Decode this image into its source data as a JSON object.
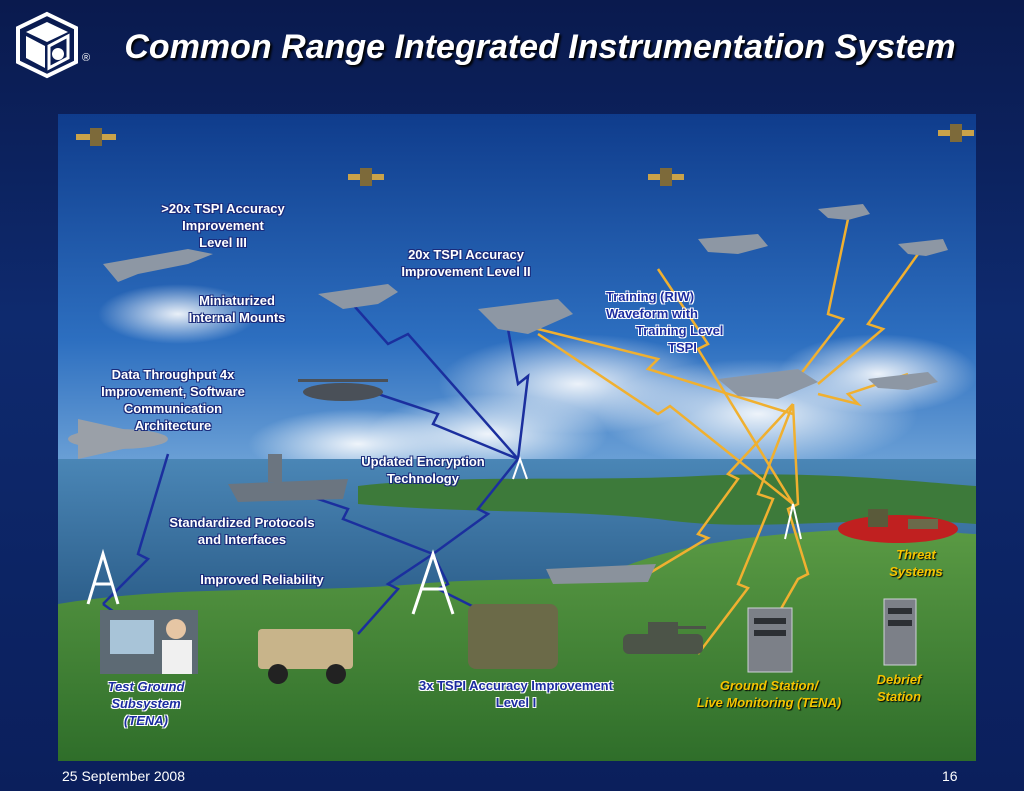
{
  "slide": {
    "title": "Common Range Integrated Instrumentation System",
    "footer_date": "25 September 2008",
    "page_number": "16",
    "registered_mark": "®"
  },
  "labels": {
    "tspi_l3": [
      ">20x TSPI Accuracy",
      "Improvement",
      "Level III"
    ],
    "tspi_l2": [
      "20x TSPI Accuracy",
      "Improvement Level II"
    ],
    "mounts": [
      "Miniaturized",
      "Internal Mounts"
    ],
    "throughput": [
      "Data Throughput 4x",
      "Improvement, Software",
      "Communication",
      "Architecture"
    ],
    "encryption": [
      "Updated Encryption",
      "Technology"
    ],
    "protocols": [
      "Standardized Protocols",
      "and Interfaces"
    ],
    "reliability": [
      "Improved Reliability"
    ],
    "training": [
      "Training (RIW)",
      "Waveform with",
      "Training Level",
      "TSPI"
    ],
    "threat": [
      "Threat",
      "Systems"
    ],
    "debrief": [
      "Debrief",
      "Station"
    ],
    "ground_station": [
      "Ground Station/",
      "Live Monitoring (TENA)"
    ],
    "tspi_l1": [
      "3x TSPI Accuracy Improvement",
      "Level I"
    ],
    "test_ground": [
      "Test Ground",
      "Subsystem",
      "(TENA)"
    ]
  },
  "colors": {
    "blue_link": "#1b2f9e",
    "gold_link": "#f0b030",
    "gold_label": "#f5c400",
    "sky_top": "#1d4fa0",
    "sea": "#3a78a8",
    "land": "#3f8a3a"
  },
  "icons": [
    "logo-cube-icon",
    "satellite-icon",
    "fighter-jet-icon",
    "helicopter-icon",
    "cargo-plane-icon",
    "aircraft-carrier-icon",
    "ship-icon",
    "radio-tower-icon",
    "tank-icon",
    "humvee-icon",
    "soldiers-icon",
    "server-rack-icon",
    "operator-workstation-icon",
    "threat-system-icon"
  ]
}
